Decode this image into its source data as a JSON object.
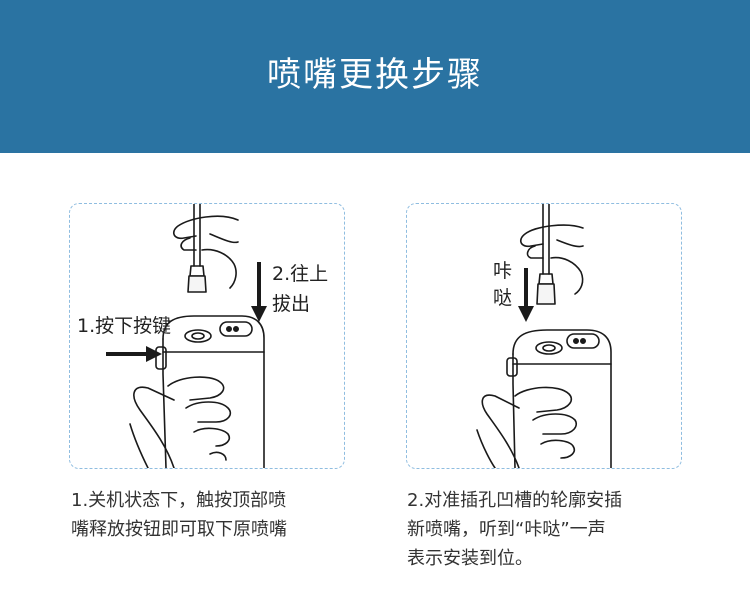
{
  "header": {
    "title": "喷嘴更换步骤",
    "bg_color": "#2a73a2"
  },
  "step1": {
    "label_press": "1.按下按键",
    "label_pull_line1": "2.往上",
    "label_pull_line2": "拔出",
    "caption_line1": "1.关机状态下，触按顶部喷",
    "caption_line2": "嘴释放按钮即可取下原喷嘴"
  },
  "step2": {
    "label_click": "咔哒",
    "caption_line1": "2.对准插孔凹槽的轮廓安插",
    "caption_line2": "新喷嘴，听到“咔哒”一声",
    "caption_line3": "表示安装到位。"
  },
  "icons": {
    "step1_illustration": "hand-pulling-nozzle-off-device",
    "step2_illustration": "hand-inserting-nozzle-into-device",
    "arrow": "arrow-icon"
  },
  "colors": {
    "panel_border": "#8fbde0",
    "line_art": "#1a1a1a"
  }
}
